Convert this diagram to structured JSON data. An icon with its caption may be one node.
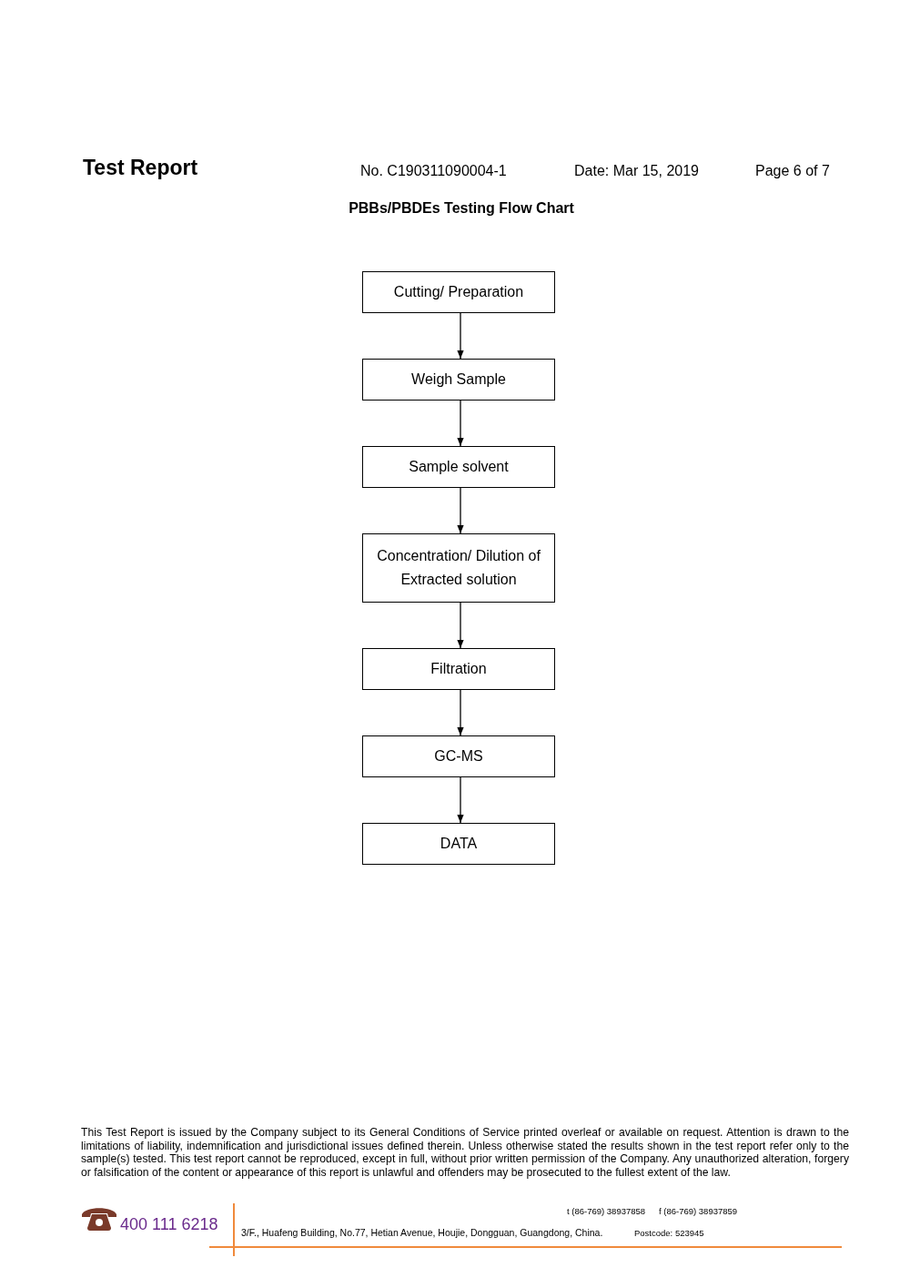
{
  "diagram": {
    "title": "PBBs/PBDEs Testing Flow Chart",
    "nodes": [
      {
        "text": [
          "Cutting/ Preparation"
        ]
      },
      {
        "text": [
          "Weigh Sample"
        ]
      },
      {
        "text": [
          "Sample solvent"
        ]
      },
      {
        "text": [
          "Concentration/ Dilution of Extracted solution"
        ]
      },
      {
        "text": [
          "Filtration"
        ]
      },
      {
        "text": [
          "GC-MS"
        ]
      },
      {
        "text": [
          "DATA"
        ]
      }
    ],
    "edges": [
      {
        "from": 0,
        "to": 1,
        "arrow": "to"
      },
      {
        "from": 1,
        "to": 2,
        "arrow": "to"
      },
      {
        "from": 2,
        "to": 3,
        "arrow": "to"
      },
      {
        "from": 3,
        "to": 4,
        "arrow": "to"
      },
      {
        "from": 4,
        "to": 5,
        "arrow": "to"
      },
      {
        "from": 5,
        "to": 6,
        "arrow": "to"
      }
    ],
    "labels": [
      "Test Report",
      "No. C190311090004-1",
      "Date: Mar 15, 2019",
      "Page 6 of 7",
      "This Test Report is issued by the Company subject to its General Conditions of Service printed overleaf or available on request. Attention is drawn to the limitations of liability, indemnification and jurisdictional issues defined therein. Unless otherwise stated the results shown in the test report refer only to the sample(s) tested. This test report cannot be reproduced, except in full, without prior written permission of the Company. Any unauthorized alteration, forgery or falsification of the content or appearance of this report is unlawful and offenders may be prosecuted to the fullest extent of the law.",
      "400 111 6218",
      "t (86-769) 38937858",
      "f (86-769) 38937859",
      "3/F., Huafeng Building, No.77, Hetian Avenue, Houjie, Dongguan, Guangdong, China.",
      "Postcode: 523945"
    ]
  }
}
